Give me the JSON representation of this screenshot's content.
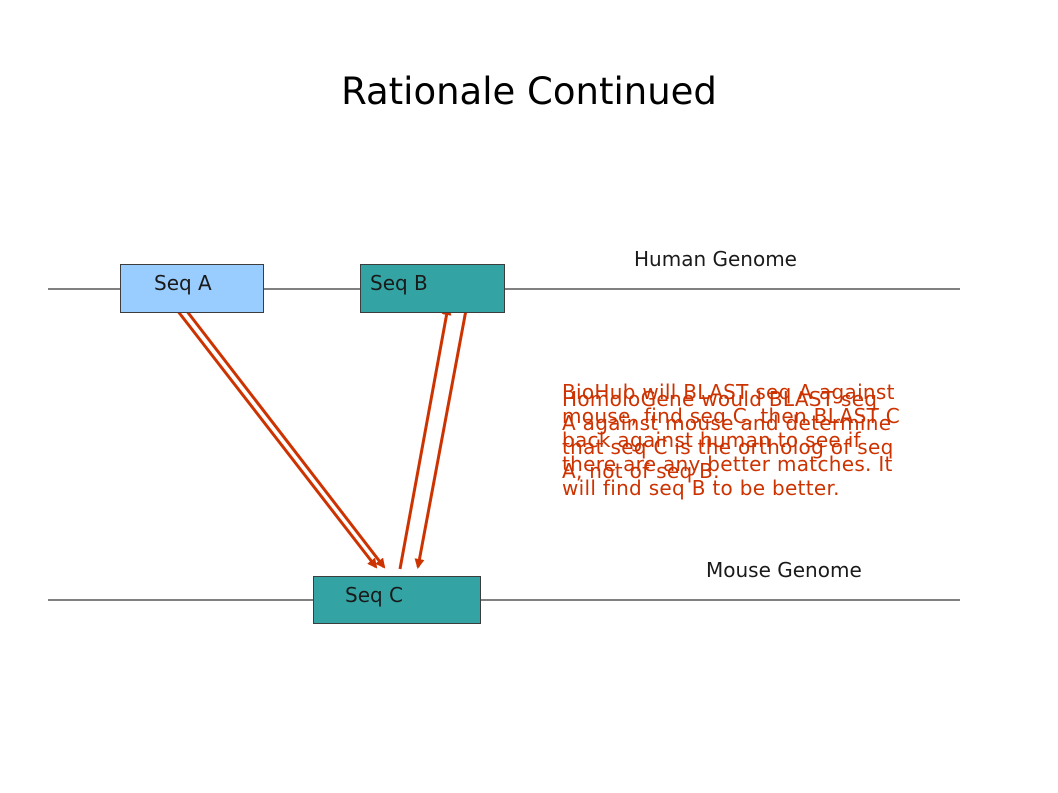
{
  "title": "Rationale Continued",
  "labels": {
    "human_genome": "Human Genome",
    "mouse_genome": "Mouse Genome"
  },
  "sequences": {
    "seq_a": "Seq A",
    "seq_b": "Seq B",
    "seq_c": "Seq C"
  },
  "notes": {
    "biohub": "BioHub will BLAST seq A against\nmouse, find seq C, then BLAST C\nback against human to see if\nthere are any better matches. It\nwill find seq B to be better.",
    "homologene": "HomoloGene would BLAST seq\nA against mouse and determine\nthat seq C is the ortholog of seq\nA, not of seq B."
  },
  "colors": {
    "seq_a_fill": "#99ccff",
    "seq_b_fill": "#33a3a3",
    "seq_c_fill": "#33a3a3",
    "arrow": "#cc3300",
    "note_text": "#cc3300"
  }
}
